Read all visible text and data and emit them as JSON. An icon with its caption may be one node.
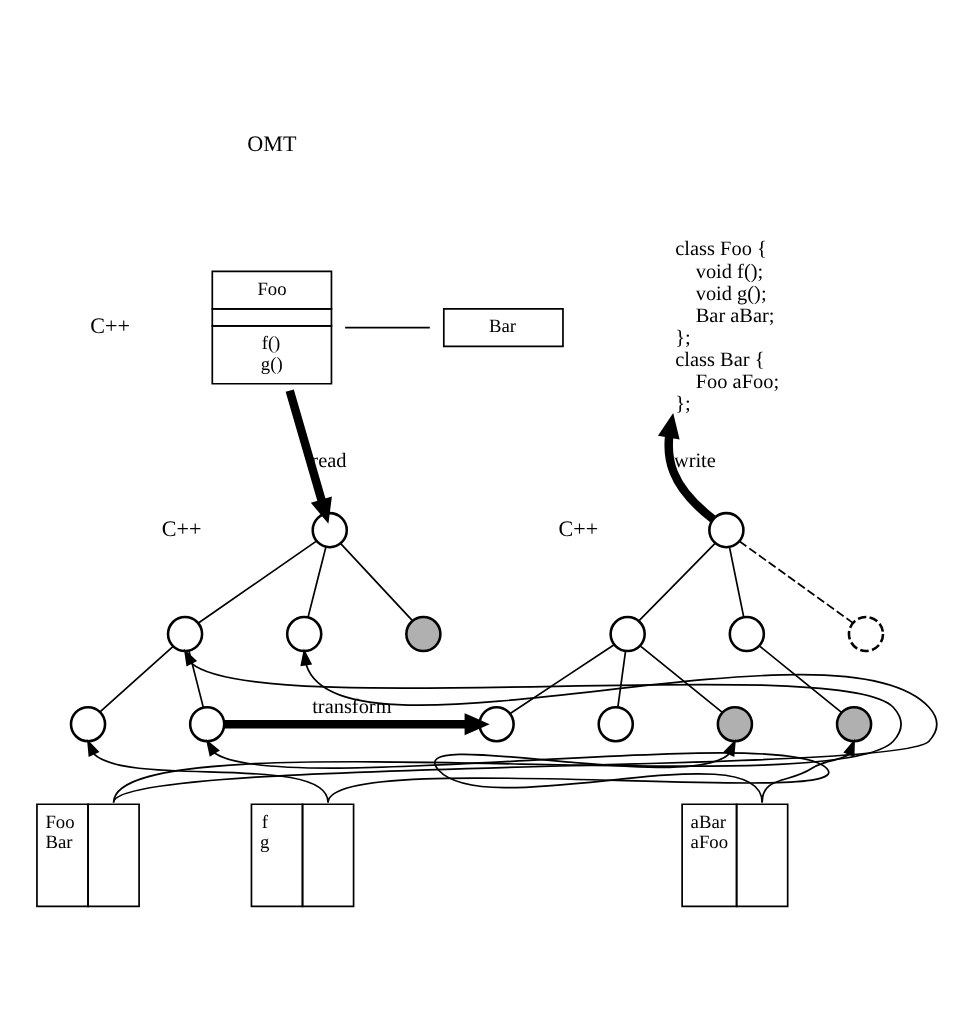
{
  "diagram": {
    "nodes": [
      {
        "text": [
          "Foo",
          "f()",
          "g()"
        ]
      },
      {
        "text": [
          "Bar"
        ]
      },
      {
        "text": [
          "class Foo {",
          "void f();",
          "void g();",
          "Bar aBar;",
          "};",
          "class Bar {",
          "Foo aFoo;",
          "};"
        ]
      },
      {
        "text": [],
        "shape": "circle"
      },
      {
        "text": [],
        "shape": "circle"
      },
      {
        "text": [],
        "shape": "circle"
      },
      {
        "text": [],
        "shape": "circle"
      },
      {
        "text": [],
        "shape": "circle"
      },
      {
        "text": [],
        "shape": "circle"
      },
      {
        "text": [],
        "shape": "circle"
      },
      {
        "text": [],
        "shape": "circle"
      },
      {
        "text": [],
        "shape": "circle"
      },
      {
        "text": [],
        "shape": "circle"
      },
      {
        "text": [],
        "shape": "circle"
      },
      {
        "text": [],
        "shape": "circle"
      },
      {
        "text": [],
        "shape": "circle"
      },
      {
        "text": [],
        "shape": "circle"
      },
      {
        "text": [
          "Foo",
          "Bar"
        ]
      },
      {
        "text": [
          "f",
          "g"
        ]
      },
      {
        "text": [
          "aBar",
          "aFoo"
        ]
      }
    ],
    "edges": [
      {
        "from": 0,
        "to": 1,
        "arrow": "none"
      },
      {
        "from": 0,
        "to": 3,
        "arrow": "to",
        "label": "read",
        "style": "thick"
      },
      {
        "from": 3,
        "to": 4,
        "arrow": "none"
      },
      {
        "from": 3,
        "to": 5,
        "arrow": "none"
      },
      {
        "from": 3,
        "to": 6,
        "arrow": "none"
      },
      {
        "from": 4,
        "to": 7,
        "arrow": "none"
      },
      {
        "from": 4,
        "to": 8,
        "arrow": "none"
      },
      {
        "from": 8,
        "to": 13,
        "arrow": "to",
        "label": "transform",
        "style": "thick"
      },
      {
        "from": 9,
        "to": 2,
        "arrow": "to",
        "label": "write",
        "style": "thick"
      },
      {
        "from": 9,
        "to": 10,
        "arrow": "none"
      },
      {
        "from": 9,
        "to": 11,
        "arrow": "none"
      },
      {
        "from": 9,
        "to": 12,
        "arrow": "none",
        "style": "dashed"
      },
      {
        "from": 10,
        "to": 13,
        "arrow": "none"
      },
      {
        "from": 10,
        "to": 14,
        "arrow": "none"
      },
      {
        "from": 10,
        "to": 15,
        "arrow": "none"
      },
      {
        "from": 11,
        "to": 16,
        "arrow": "none"
      },
      {
        "from": 17,
        "to": 4,
        "arrow": "to"
      },
      {
        "from": 17,
        "to": 5,
        "arrow": "to"
      },
      {
        "from": 18,
        "to": 7,
        "arrow": "to"
      },
      {
        "from": 18,
        "to": 8,
        "arrow": "to"
      },
      {
        "from": 19,
        "to": 15,
        "arrow": "to"
      },
      {
        "from": 19,
        "to": 16,
        "arrow": "to"
      }
    ],
    "labels": [
      "OMT",
      "C++",
      "C++",
      "C++"
    ]
  }
}
